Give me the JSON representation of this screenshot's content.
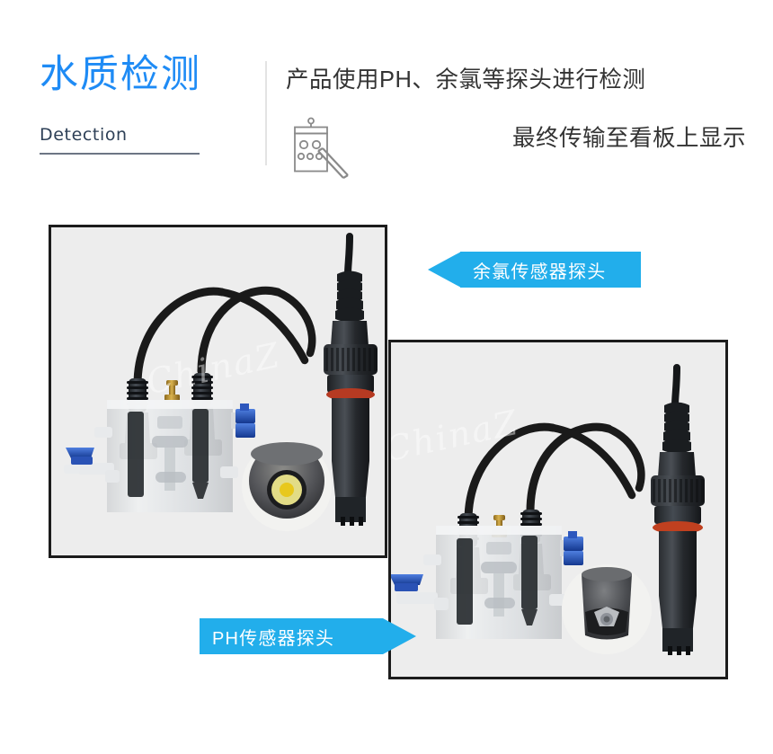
{
  "header": {
    "title": "水质检测",
    "subtitle": "Detection",
    "description_line1": "产品使用PH、余氯等探头进行检测",
    "description_line2": "最终传输至看板上显示",
    "icon": "water-test-kit-icon",
    "title_color": "#1e8bf5",
    "subtitle_color": "#2e4057"
  },
  "callouts": [
    {
      "id": "chlorine",
      "label": "余氯传感器探头",
      "direction": "left",
      "color": "#22AEEB"
    },
    {
      "id": "ph",
      "label": "PH传感器探头",
      "direction": "right",
      "color": "#22AEEB"
    }
  ],
  "panels": [
    {
      "id": "panel-top",
      "name": "residual-chlorine-sensor-photo",
      "watermark": "ChinaZ",
      "border_color": "#1c1c1c",
      "background_color": "#ededed"
    },
    {
      "id": "panel-bottom",
      "name": "ph-sensor-photo",
      "watermark": "ChinaZ",
      "border_color": "#1c1c1c",
      "background_color": "#ededed"
    }
  ]
}
